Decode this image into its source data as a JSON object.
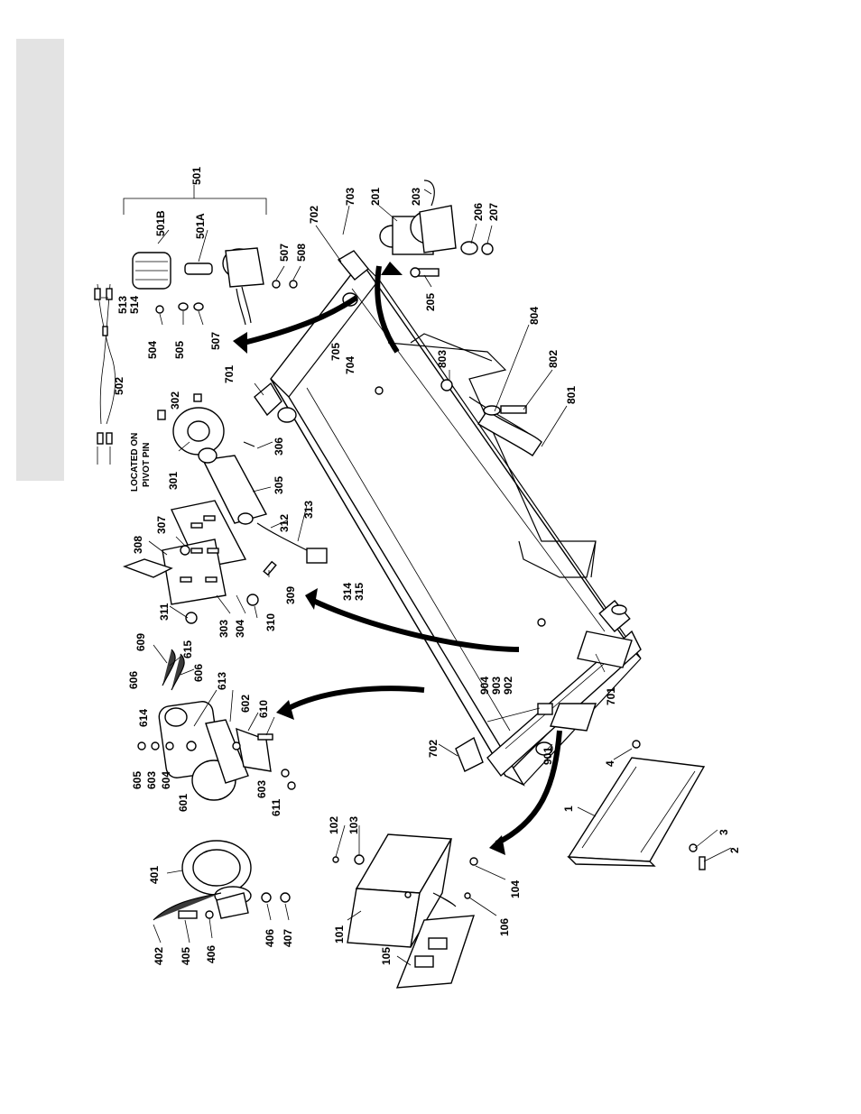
{
  "page": {
    "side_tab_color": "#e3e3e3",
    "line_color": "#000000",
    "background": "#ffffff"
  },
  "callouts": {
    "c501": "501",
    "c501B": "501B",
    "c501A": "501A",
    "c513": "513",
    "c514": "514",
    "c504": "504",
    "c505": "505",
    "c507a": "507",
    "c507b": "507",
    "c508": "508",
    "c502": "502",
    "c702a": "702",
    "c703": "703",
    "c201": "201",
    "c203": "203",
    "c206": "206",
    "c207": "207",
    "c205": "205",
    "c705": "705",
    "c704": "704",
    "c701a": "701",
    "c302": "302",
    "c306": "306",
    "c301": "301",
    "note_pivot_1": "LOCATED ON",
    "note_pivot_2": "PIVOT PIN",
    "c305": "305",
    "c313": "313",
    "c312": "312",
    "c308": "308",
    "c307": "307",
    "c314": "314",
    "c315": "315",
    "c309": "309",
    "c310": "310",
    "c311": "311",
    "c303": "303",
    "c304": "304",
    "c803": "803",
    "c804": "804",
    "c802": "802",
    "c801": "801",
    "c609": "609",
    "c615": "615",
    "c606a": "606",
    "c606b": "606",
    "c614": "614",
    "c613": "613",
    "c602": "602",
    "c610": "610",
    "c605": "605",
    "c603a": "603",
    "c604": "604",
    "c603b": "603",
    "c611": "611",
    "c601": "601",
    "c904": "904",
    "c903": "903",
    "c902": "902",
    "c701b": "701",
    "c702b": "702",
    "c901": "901",
    "c4": "4",
    "c1": "1",
    "c3": "3",
    "c2": "2",
    "c102": "102",
    "c103": "103",
    "c104": "104",
    "c106": "106",
    "c101": "101",
    "c105": "105",
    "c401": "401",
    "c402": "402",
    "c405": "405",
    "c406a": "406",
    "c406b": "406",
    "c407": "407"
  }
}
